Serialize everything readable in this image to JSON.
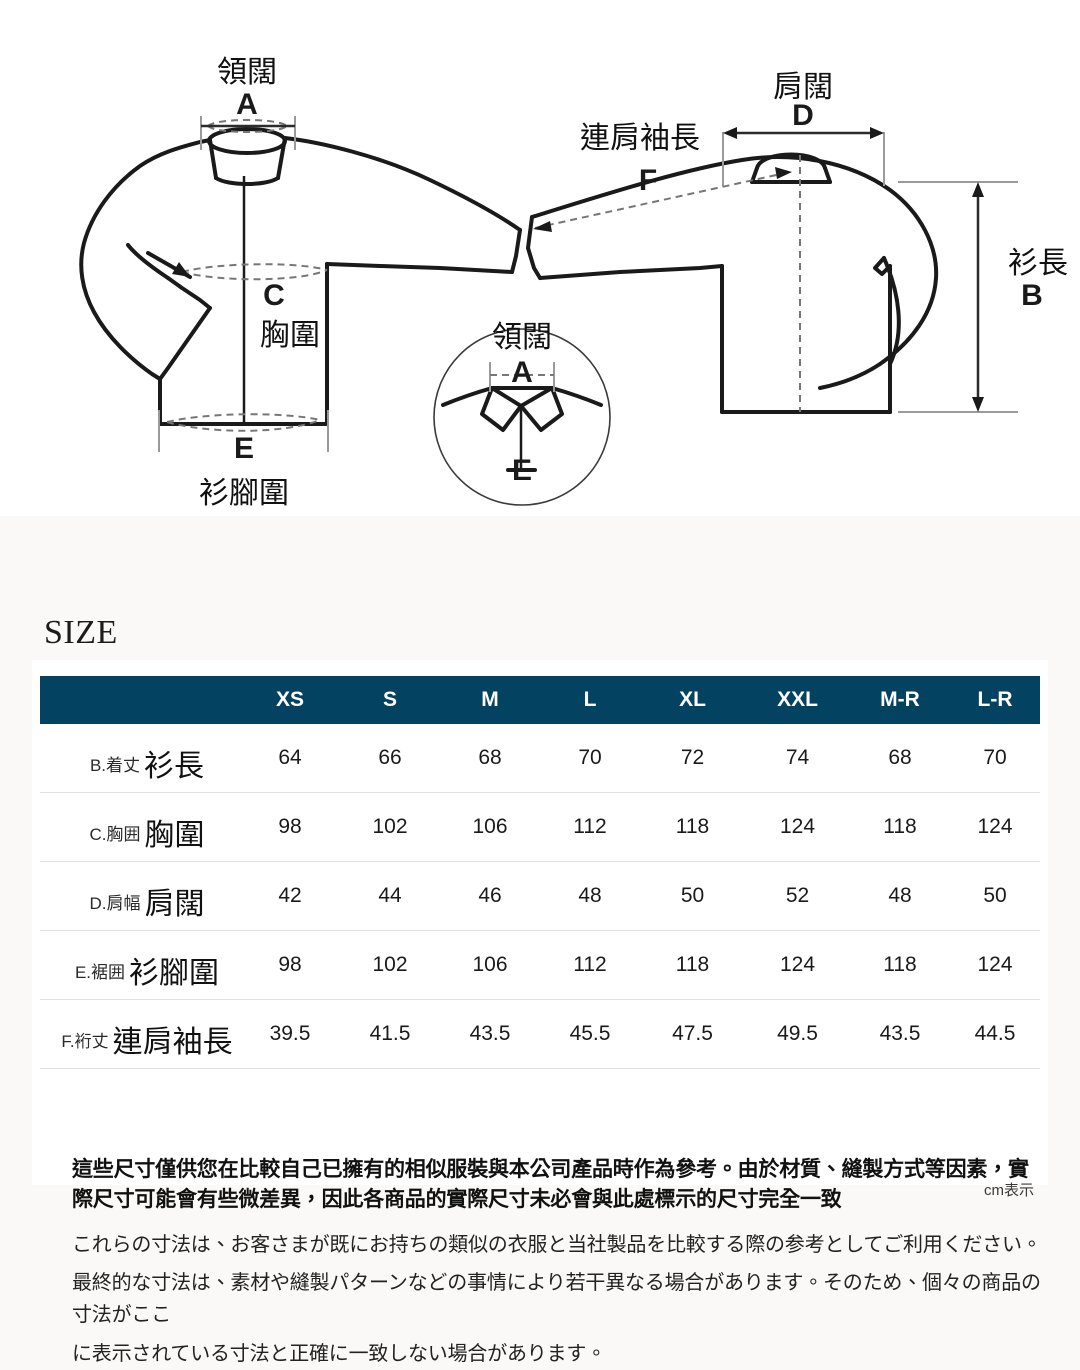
{
  "diagram": {
    "front_view": {
      "neck_label": "領闊",
      "neck_letter": "A",
      "chest_letter": "C",
      "chest_label": "胸圍",
      "hem_letter": "E",
      "hem_label": "衫腳圍"
    },
    "back_view": {
      "shoulder_label": "肩闊",
      "shoulder_letter": "D",
      "sleeve_label": "連肩袖長",
      "sleeve_letter": "F",
      "length_label": "衫長",
      "length_letter": "B"
    },
    "collar_detail": {
      "label": "領闊",
      "letter": "A"
    }
  },
  "size": {
    "title": "SIZE",
    "unit_note": "cm表示",
    "columns": [
      "XS",
      "S",
      "M",
      "L",
      "XL",
      "XXL",
      "M-R",
      "L-R"
    ],
    "rows": [
      {
        "code": "B.",
        "jp": "着丈",
        "zh": "衫長",
        "values": [
          "64",
          "66",
          "68",
          "70",
          "72",
          "74",
          "68",
          "70"
        ]
      },
      {
        "code": "C.",
        "jp": "胸囲",
        "zh": "胸圍",
        "values": [
          "98",
          "102",
          "106",
          "112",
          "118",
          "124",
          "118",
          "124"
        ]
      },
      {
        "code": "D.",
        "jp": "肩幅",
        "zh": "肩闊",
        "values": [
          "42",
          "44",
          "46",
          "48",
          "50",
          "52",
          "48",
          "50"
        ]
      },
      {
        "code": "E.",
        "jp": "裾囲",
        "zh": "衫腳圍",
        "values": [
          "98",
          "102",
          "106",
          "112",
          "118",
          "124",
          "118",
          "124"
        ]
      },
      {
        "code": "F.",
        "jp": "裄丈",
        "zh": "連肩袖長",
        "values": [
          "39.5",
          "41.5",
          "43.5",
          "45.5",
          "47.5",
          "49.5",
          "43.5",
          "44.5"
        ]
      }
    ]
  },
  "notes": {
    "zh_line1": "這些尺寸僅供您在比較自己已擁有的相似服裝與本公司產品時作為參考。由於材質、縫製方式等因素，實",
    "zh_line2": "際尺寸可能會有些微差異，因此各商品的實際尺寸未必會與此處標示的尺寸完全一致",
    "jp_line1": "これらの寸法は、お客さまが既にお持ちの類似の衣服と当社製品を比較する際の参考としてご利用ください。",
    "jp_line2": "最終的な寸法は、素材や縫製パターンなどの事情により若干異なる場合があります。そのため、個々の商品の寸法がここ",
    "jp_line3": "に表示されている寸法と正確に一致しない場合があります。"
  },
  "colors": {
    "header_navy": "#034260",
    "page_bg": "#faf9f7",
    "card_bg": "#ffffff",
    "row_divider": "#e2e2e2"
  }
}
